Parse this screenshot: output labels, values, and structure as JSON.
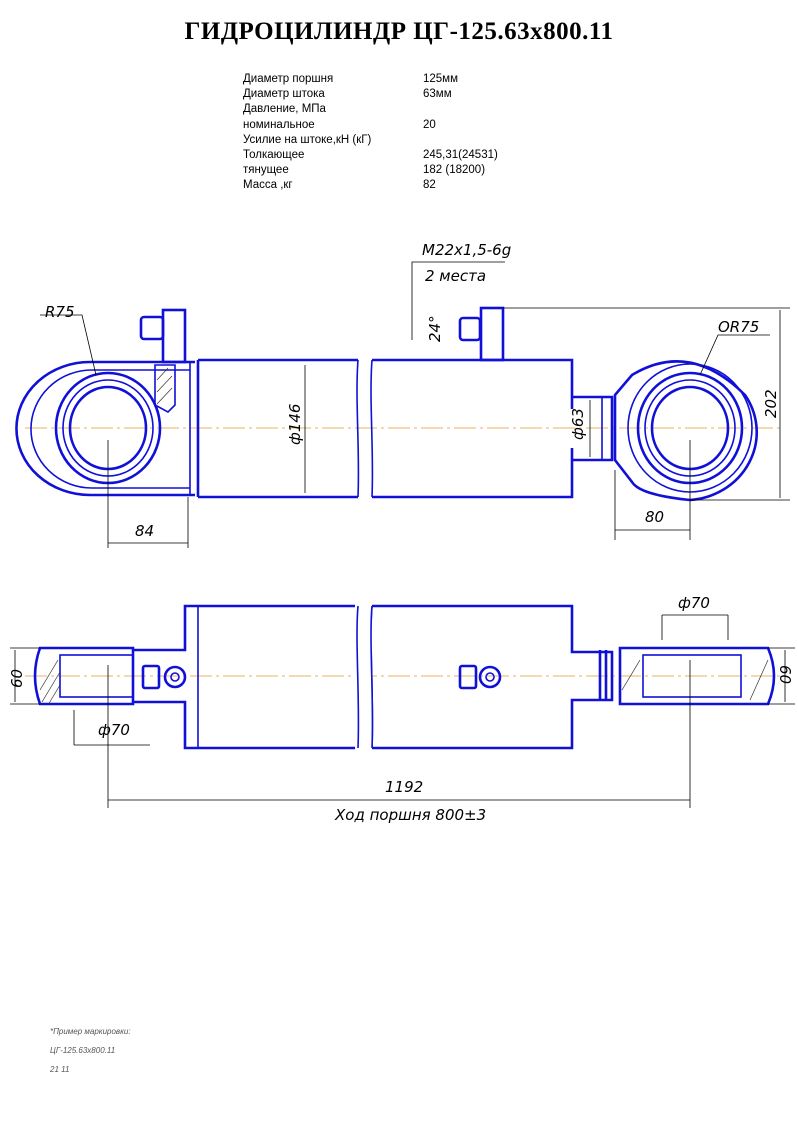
{
  "title": "ГИДРОЦИЛИНДР  ЦГ-125.63х800.11",
  "specs": [
    {
      "label": "Диаметр поршня",
      "value": "125мм"
    },
    {
      "label": "Диаметр штока",
      "value": "63мм"
    },
    {
      "label": "Давление, МПа",
      "value": ""
    },
    {
      "label": "номинальное",
      "value": "20"
    },
    {
      "label": "Усилие на штоке,кН (кГ)",
      "value": ""
    },
    {
      "label": "Толкающее",
      "value": "245,31(24531)"
    },
    {
      "label": "тянущее",
      "value": "182    (18200)"
    },
    {
      "label": "Масса ,кг",
      "value": "82"
    }
  ],
  "dimensions": {
    "thread": "M22x1,5-6g",
    "places": "2 места",
    "r_left": "R75",
    "r_right": "OR75",
    "d_body": "ф146",
    "d_rod": "ф63",
    "angle": "24°",
    "height": "202",
    "left_offset": "84",
    "right_offset": "80",
    "d_pin_left": "ф70",
    "d_pin_right": "ф70",
    "width_left": "60",
    "width_right": "60",
    "length": "1192",
    "stroke": "Ход поршня 800±3"
  },
  "notes": {
    "marking_caption": "*Пример маркировки:",
    "marking_code": "ЦГ-125.63х800.11",
    "marking_date": "21  11"
  },
  "colors": {
    "outline": "#1010d8",
    "axis": "#e8b060"
  }
}
